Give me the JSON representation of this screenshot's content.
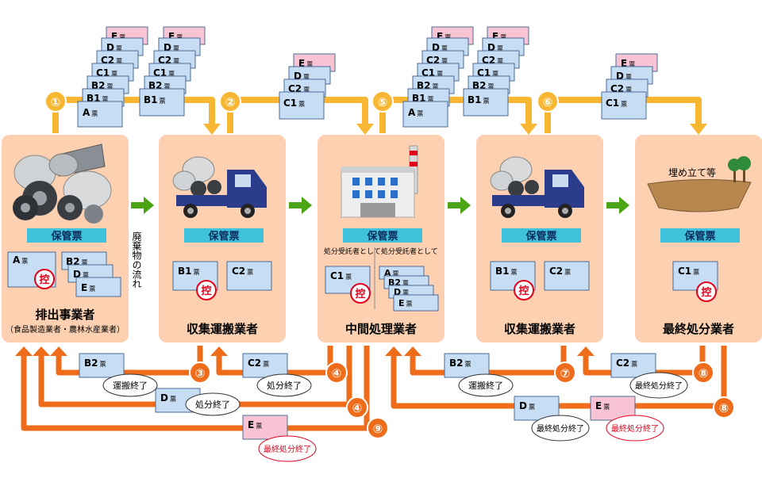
{
  "colors": {
    "card_bg": "#fcd0b0",
    "yellow_flow": "#f7b733",
    "orange_flow": "#ee6c1a",
    "green_arrow": "#4aa414",
    "ticket_blue": "#c6ddf4",
    "ticket_pink": "#f8c4d4",
    "label_cyan": "#3fc3dd",
    "kou_red": "#e3001b",
    "step_circle": "#ee6c1a",
    "step_circle_yellow": "#f7b733"
  },
  "ticket_suffix": "票",
  "kou_mark": "控",
  "hokan_label": "保管票",
  "flow_label": "廃棄物の流れ",
  "parties": [
    {
      "id": "emitter",
      "name": "排出事業者",
      "sub": "（食品製造業者・農林水産業者）",
      "icon": "waste-pile-icon"
    },
    {
      "id": "collector1",
      "name": "収集運搬業者",
      "icon": "garbage-truck-icon"
    },
    {
      "id": "intermediate",
      "name": "中間処理業者",
      "icon": "factory-icon"
    },
    {
      "id": "collector2",
      "name": "収集運搬業者",
      "icon": "garbage-truck-icon"
    },
    {
      "id": "final",
      "name": "最終処分業者",
      "icon": "landfill-icon"
    }
  ],
  "landfill_label": "埋め立て等",
  "consign_label": "処分受託者として",
  "steps": [
    "①",
    "②",
    "③",
    "④",
    "④",
    "⑤",
    "⑥",
    "⑦",
    "⑧",
    "⑧",
    "⑨"
  ],
  "ticket_labels": [
    "A",
    "B1",
    "B2",
    "C1",
    "C2",
    "D",
    "E"
  ],
  "bubbles": {
    "unpan_done": "運搬終了",
    "shobun_done": "処分終了",
    "final_done": "最終処分終了"
  }
}
